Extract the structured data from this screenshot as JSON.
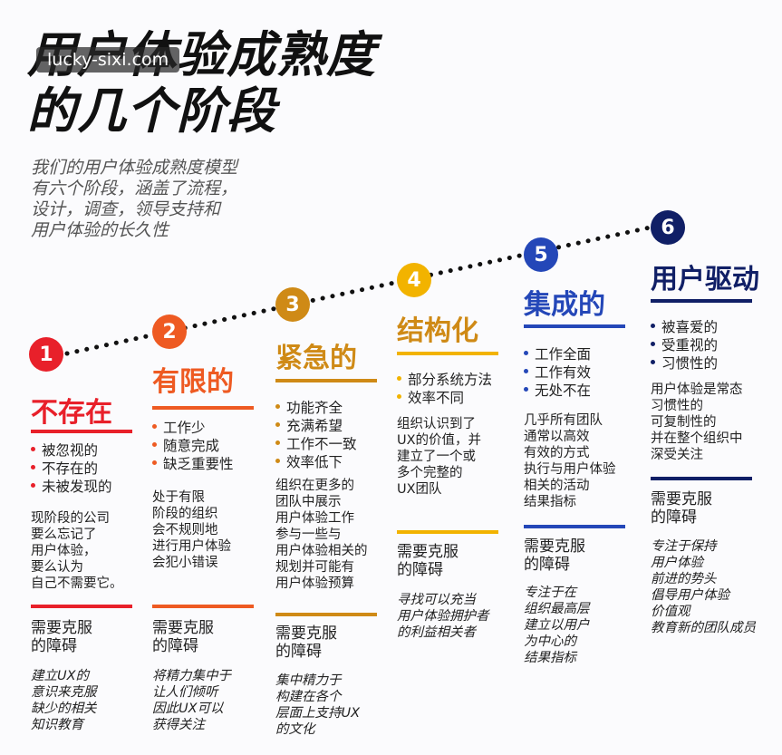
{
  "title": {
    "line1": "用户体验成熟度",
    "line2": "的几个阶段"
  },
  "watermark": "lucky-sixi.com",
  "subtitle": [
    "我们的用户体验成熟度模型",
    "有六个阶段，涵盖了流程，",
    "设计，调查，领导支持和",
    "用户体验的长久性"
  ],
  "colors": {
    "s1": "#e8202a",
    "s2": "#ee5a22",
    "s3": "#cf8a16",
    "s4": "#f2b300",
    "s5": "#2447b8",
    "s6": "#101f66"
  },
  "stages": [
    {
      "number": "1",
      "name": "不存在",
      "bullets": [
        "被忽视的",
        "不存在的",
        "未被发现的"
      ],
      "desc": [
        "现阶段的公司",
        "要么忘记了",
        "用户体验，",
        "要么认为",
        "自己不需要它。"
      ],
      "need": [
        "需要克服",
        "的障碍"
      ],
      "solution": [
        "建立UX的",
        "意识来克服",
        "缺少的相关",
        "知识教育"
      ]
    },
    {
      "number": "2",
      "name": "有限的",
      "bullets": [
        "工作少",
        "随意完成",
        "缺乏重要性"
      ],
      "desc": [
        "处于有限",
        "阶段的组织",
        "会不规则地",
        "进行用户体验",
        "会犯小错误"
      ],
      "need": [
        "需要克服",
        "的障碍"
      ],
      "solution": [
        "将精力集中于",
        "让人们倾听",
        "因此UX可以",
        "获得关注"
      ]
    },
    {
      "number": "3",
      "name": "紧急的",
      "bullets": [
        "功能齐全",
        "充满希望",
        "工作不一致",
        "效率低下"
      ],
      "desc": [
        "组织在更多的",
        "团队中展示",
        "用户体验工作",
        "参与一些与",
        "用户体验相关的",
        "规划并可能有",
        "用户体验预算"
      ],
      "need": [
        "需要克服",
        "的障碍"
      ],
      "solution": [
        "集中精力于",
        "构建在各个",
        "层面上支持UX",
        "的文化"
      ]
    },
    {
      "number": "4",
      "name": "结构化",
      "bullets": [
        "部分系统方法",
        "效率不同"
      ],
      "desc": [
        "组织认识到了",
        "UX的价值，并",
        "建立了一个或",
        "多个完整的",
        "UX团队"
      ],
      "need": [
        "需要克服",
        "的障碍"
      ],
      "solution": [
        "寻找可以充当",
        "用户体验拥护者",
        "的利益相关者"
      ]
    },
    {
      "number": "5",
      "name": "集成的",
      "bullets": [
        "工作全面",
        "工作有效",
        "无处不在"
      ],
      "desc": [
        "几乎所有团队",
        "通常以高效",
        "有效的方式",
        "执行与用户体验",
        "相关的活动",
        "结果指标"
      ],
      "need": [
        "需要克服",
        "的障碍"
      ],
      "solution": [
        "专注于在",
        "组织最高层",
        "建立以用户",
        "为中心的",
        "结果指标"
      ]
    },
    {
      "number": "6",
      "name": "用户驱动",
      "bullets": [
        "被喜爱的",
        "受重视的",
        "习惯性的"
      ],
      "desc": [
        "用户体验是常态",
        "习惯性的",
        "可复制性的",
        "并在整个组织中",
        "深受关注"
      ],
      "need": [
        "需要克服",
        "的障碍"
      ],
      "solution": [
        "专注于保持",
        "用户体验",
        "前进的势头",
        "倡导用户体验",
        "价值观",
        "教育新的团队成员"
      ]
    }
  ]
}
